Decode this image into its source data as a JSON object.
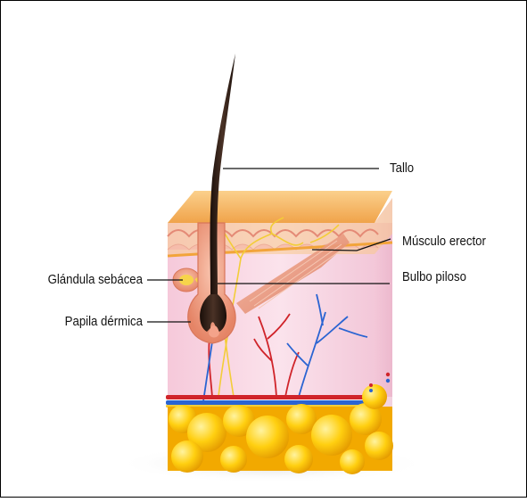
{
  "labels": {
    "tallo": "Tallo",
    "musculo_erector": "Músculo erector",
    "bulbo_piloso": "Bulbo piloso",
    "glandula_sebacea": "Glándula sebácea",
    "papila_dermica": "Papila dérmica"
  },
  "colors": {
    "hair": "#2b1a12",
    "epidermis": "#f2b46a",
    "dermis": "#f8d9e6",
    "artery": "#d0242a",
    "vein": "#1f5fd0",
    "nerve": "#f6d24a",
    "fat": "#f6b800",
    "follicle": "#f0a58a",
    "muscle": "#e9967a"
  }
}
